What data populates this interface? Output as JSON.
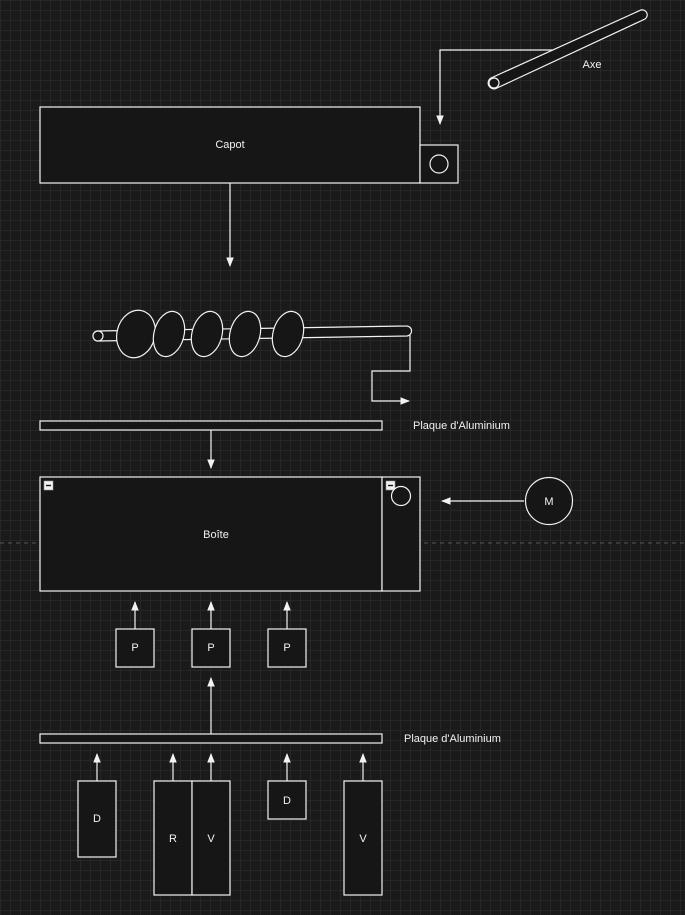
{
  "nodes": {
    "capot": "Capot",
    "axe": "Axe",
    "plaque_top": "Plaque d'Aluminium",
    "boite": "Boîte",
    "moteur": "M",
    "p1": "P",
    "p2": "P",
    "p3": "P",
    "plaque_bottom": "Plaque d'Aluminium",
    "d1": "D",
    "r": "R",
    "v1": "V",
    "d2": "D",
    "v2": "V"
  },
  "colors": {
    "background": "#1a1a1a",
    "stroke": "#f2f2f2",
    "fill": "#161616"
  }
}
